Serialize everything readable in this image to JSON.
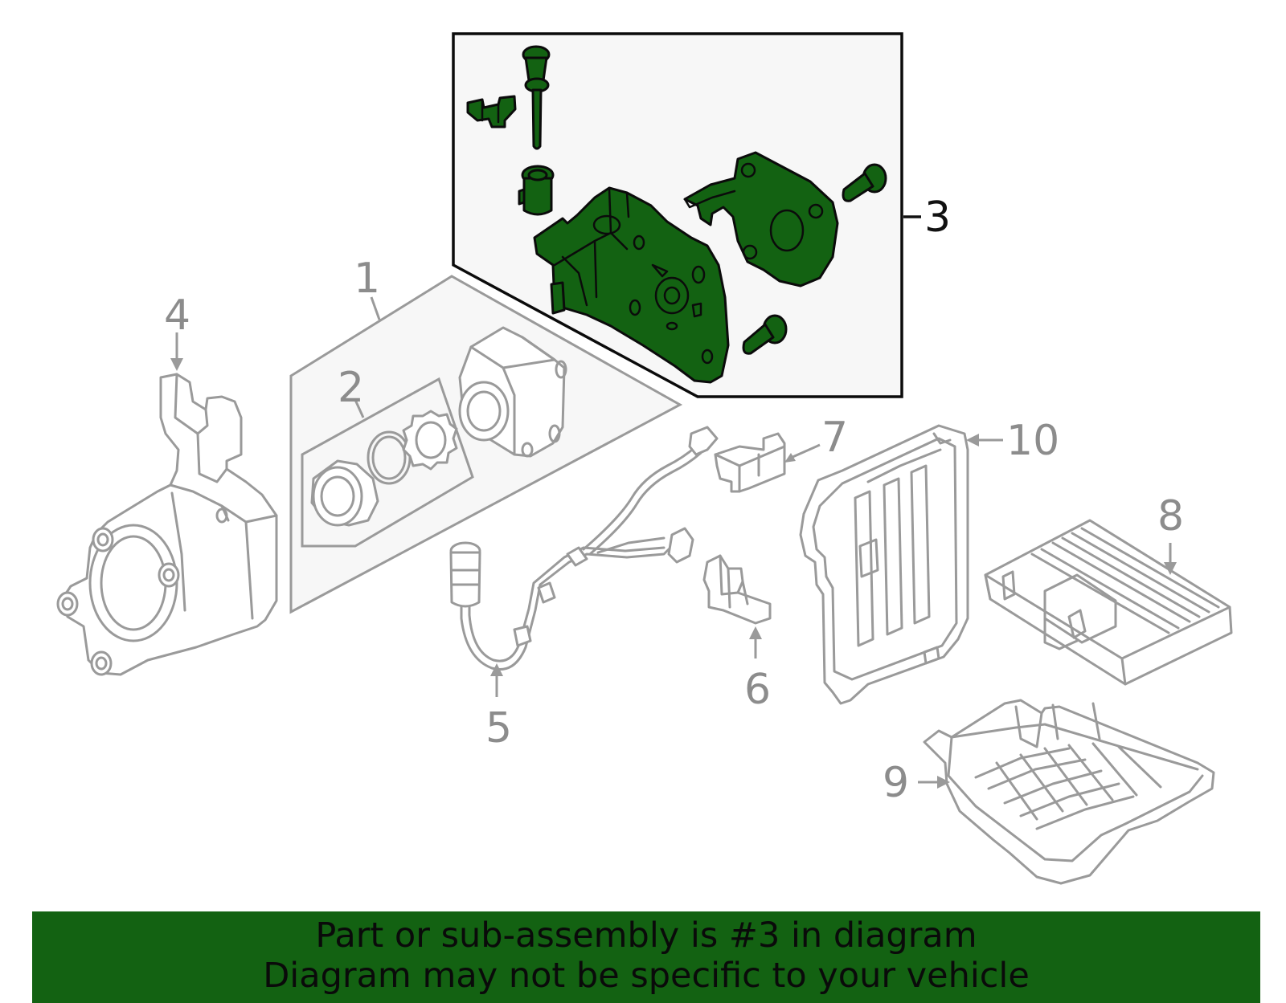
{
  "callouts": {
    "c1": "1",
    "c2": "2",
    "c3": "3",
    "c4": "4",
    "c5": "5",
    "c6": "6",
    "c7": "7",
    "c8": "8",
    "c9": "9",
    "c10": "10"
  },
  "highlighted_part": "3",
  "banner": {
    "line1": "Part or sub-assembly is #3 in diagram",
    "line2": "Diagram may not be specific to your vehicle"
  },
  "colors": {
    "highlight_green": "#136212",
    "part_outline_gray": "#9a9a9a",
    "callout_gray": "#8c8c8c",
    "panel_fill": "#f7f7f7"
  }
}
